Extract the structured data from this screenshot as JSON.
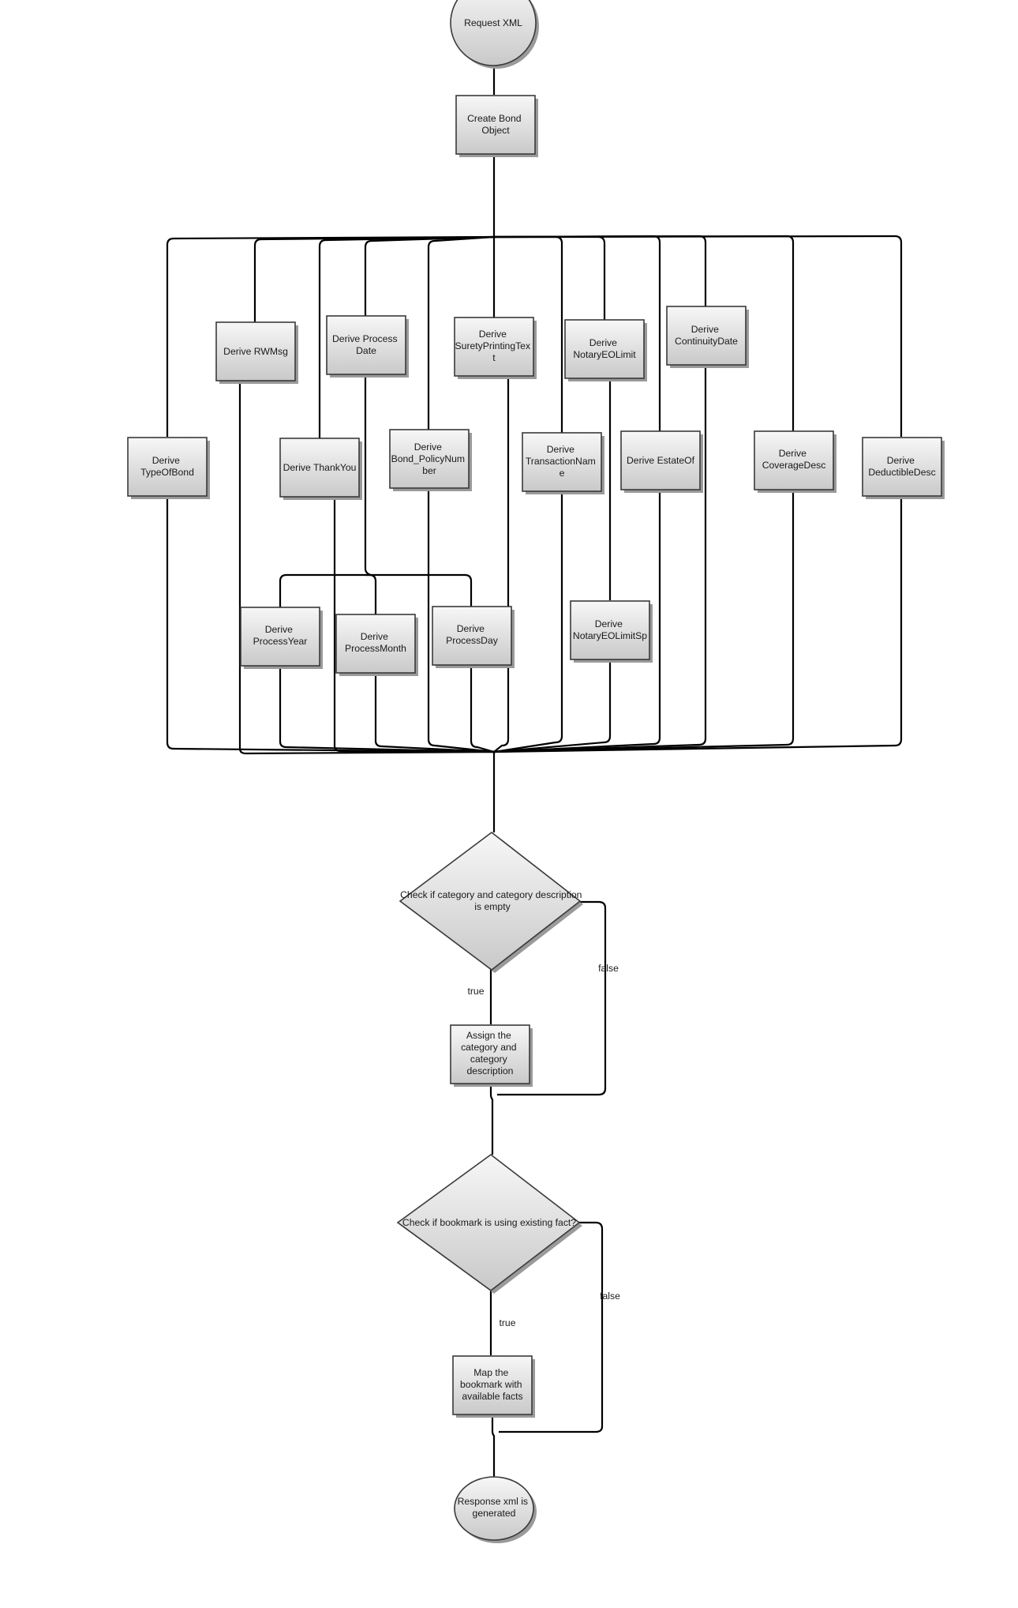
{
  "nodes": {
    "request_xml": {
      "shape": "circle",
      "lines": [
        "Request XML"
      ]
    },
    "create_bond_object": {
      "shape": "rect",
      "lines": [
        "Create Bond",
        "Object"
      ]
    },
    "derive_type_of_bond": {
      "shape": "rect",
      "lines": [
        "Derive",
        "TypeOfBond"
      ]
    },
    "derive_rwmsg": {
      "shape": "rect",
      "lines": [
        "Derive RWMsg"
      ]
    },
    "derive_thank_you": {
      "shape": "rect",
      "lines": [
        "Derive ThankYou"
      ]
    },
    "derive_process_date": {
      "shape": "rect",
      "lines": [
        "Derive Process",
        "Date"
      ]
    },
    "derive_bond_policy_number": {
      "shape": "rect",
      "lines": [
        "Derive",
        "Bond_PolicyNum",
        "ber"
      ]
    },
    "derive_surety_printing_text": {
      "shape": "rect",
      "lines": [
        "Derive",
        "SuretyPrintingTex",
        "t"
      ]
    },
    "derive_transaction_name": {
      "shape": "rect",
      "lines": [
        "Derive",
        "TransactionNam",
        "e"
      ]
    },
    "derive_notary_eo_limit": {
      "shape": "rect",
      "lines": [
        "Derive",
        "NotaryEOLimit"
      ]
    },
    "derive_estate_of": {
      "shape": "rect",
      "lines": [
        "Derive EstateOf"
      ]
    },
    "derive_continuity_date": {
      "shape": "rect",
      "lines": [
        "Derive",
        "ContinuityDate"
      ]
    },
    "derive_coverage_desc": {
      "shape": "rect",
      "lines": [
        "Derive",
        "CoverageDesc"
      ]
    },
    "derive_deductible_desc": {
      "shape": "rect",
      "lines": [
        "Derive",
        "DeductibleDesc"
      ]
    },
    "derive_process_year": {
      "shape": "rect",
      "lines": [
        "Derive",
        "ProcessYear"
      ]
    },
    "derive_process_month": {
      "shape": "rect",
      "lines": [
        "Derive",
        "ProcessMonth"
      ]
    },
    "derive_process_day": {
      "shape": "rect",
      "lines": [
        "Derive",
        "ProcessDay"
      ]
    },
    "derive_notary_eo_limit_sp": {
      "shape": "rect",
      "lines": [
        "Derive",
        "NotaryEOLimitSp"
      ]
    },
    "check_category": {
      "shape": "diamond",
      "lines": [
        "Check if category and category description",
        "is empty"
      ]
    },
    "assign_category": {
      "shape": "rect",
      "lines": [
        "Assign the",
        "category and",
        "category",
        "description"
      ]
    },
    "check_bookmark": {
      "shape": "diamond",
      "lines": [
        "Check if bookmark is using existing fact?"
      ]
    },
    "map_bookmark": {
      "shape": "rect",
      "lines": [
        "Map the",
        "bookmark with",
        "available facts"
      ]
    },
    "response_xml": {
      "shape": "circle",
      "lines": [
        "Response xml is",
        "generated"
      ]
    }
  },
  "edge_labels": {
    "category_true": "true",
    "category_false": "false",
    "bookmark_true": "true",
    "bookmark_false": "false"
  },
  "colors": {
    "node_fill_light": "#f7f7f7",
    "node_fill_dark": "#c9c9c9",
    "node_border": "#3a3a3a",
    "shadow": "#9a9a9a",
    "line": "#000000",
    "background": "#ffffff"
  }
}
